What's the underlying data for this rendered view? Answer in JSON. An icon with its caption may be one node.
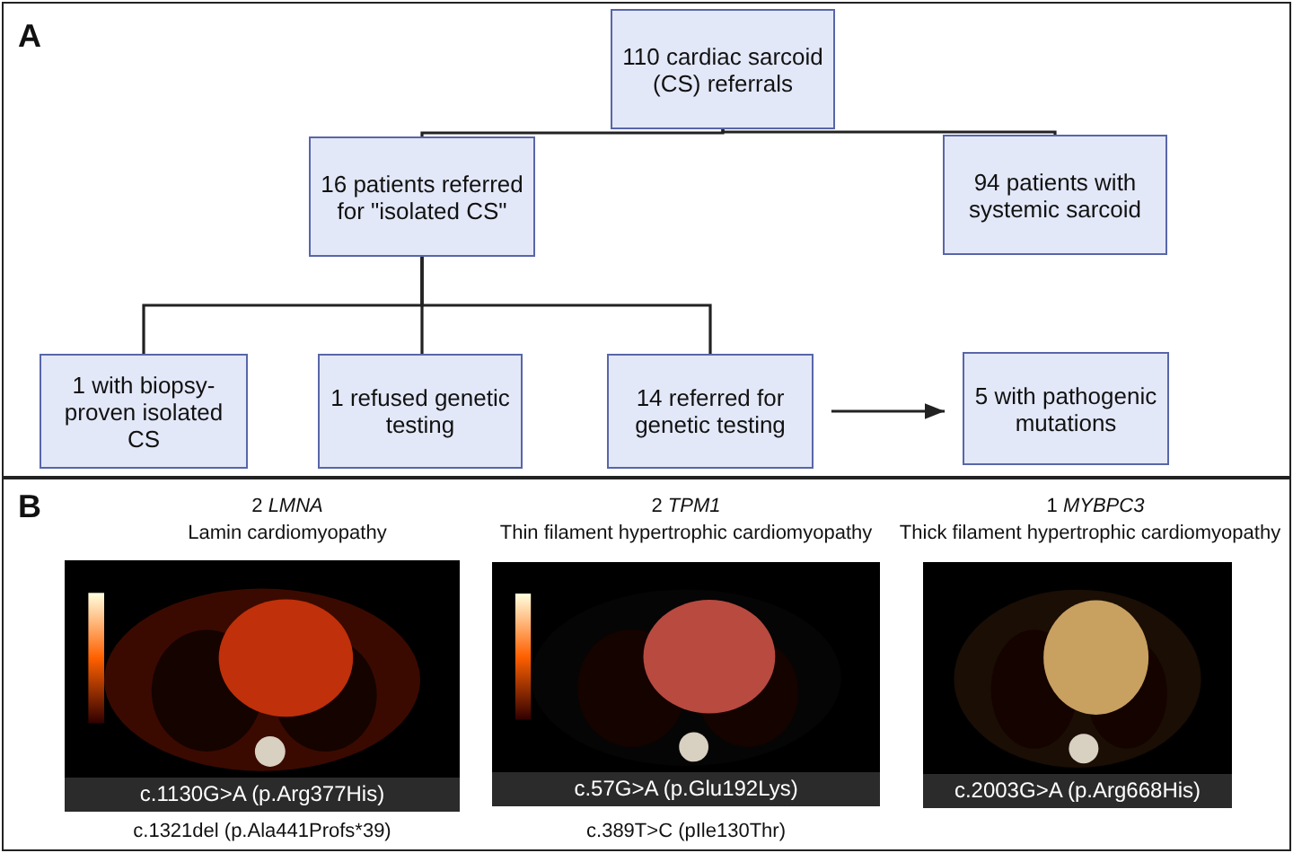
{
  "diagram": {
    "nodes": [
      {
        "text": [
          "110 cardiac sarcoid (CS) referrals"
        ]
      },
      {
        "text": [
          "16 patients referred for \"isolated CS\""
        ]
      },
      {
        "text": [
          "94 patients with systemic sarcoid"
        ]
      },
      {
        "text": [
          "1 with biopsy-proven isolated CS"
        ]
      },
      {
        "text": [
          "1 refused genetic testing"
        ]
      },
      {
        "text": [
          "14 referred for genetic testing"
        ]
      },
      {
        "text": [
          "5 with pathogenic mutations"
        ]
      }
    ],
    "edges": [
      {
        "from": 0,
        "to": 1,
        "arrow": "none"
      },
      {
        "from": 0,
        "to": 2,
        "arrow": "none"
      },
      {
        "from": 1,
        "to": 3,
        "arrow": "none"
      },
      {
        "from": 1,
        "to": 4,
        "arrow": "none"
      },
      {
        "from": 1,
        "to": 5,
        "arrow": "none"
      },
      {
        "from": 5,
        "to": 6,
        "arrow": "to"
      }
    ],
    "labels": [
      "A",
      "B",
      "2 *LMNA*",
      "Lamin cardiomyopathy",
      "2 *TPM1*",
      "Thin filament hypertrophic cardiomyopathy",
      "1 *MYBPC3*",
      "Thick filament hypertrophic cardiomyopathy",
      "c.1130G>A (p.Arg377His)",
      "c.57G>A (p.Glu192Lys)",
      "c.2003G>A (p.Arg668His)",
      "c.1321del (p.Ala441Profs*39)",
      "c.389T>C (pIle130Thr)"
    ]
  }
}
